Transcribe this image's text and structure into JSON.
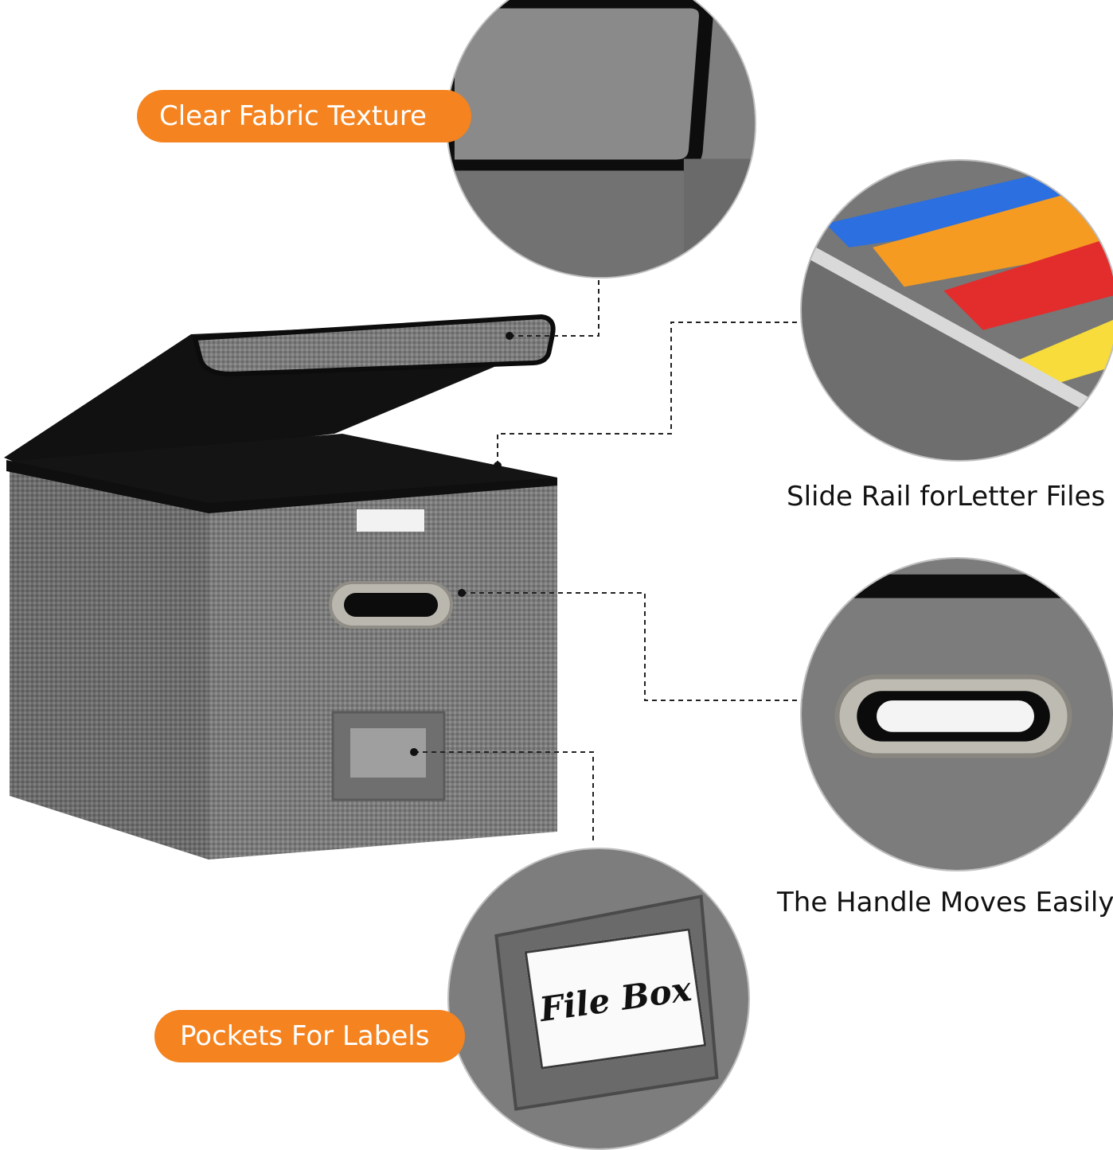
{
  "callouts": {
    "top_left": "Clear Fabric Texture",
    "bottom_left": "Pockets For Labels",
    "right_top": "Slide Rail forLetter Files",
    "right_bottom": "The Handle Moves Easily"
  },
  "label_card": {
    "text": "File Box"
  },
  "colors": {
    "accent_orange": "#f5831f",
    "fabric_gray": "#7a7a7a",
    "folder_blue": "#2b6fe0",
    "folder_orange": "#f59b22",
    "folder_red": "#e32d2d",
    "folder_yellow": "#f7dc3b"
  }
}
